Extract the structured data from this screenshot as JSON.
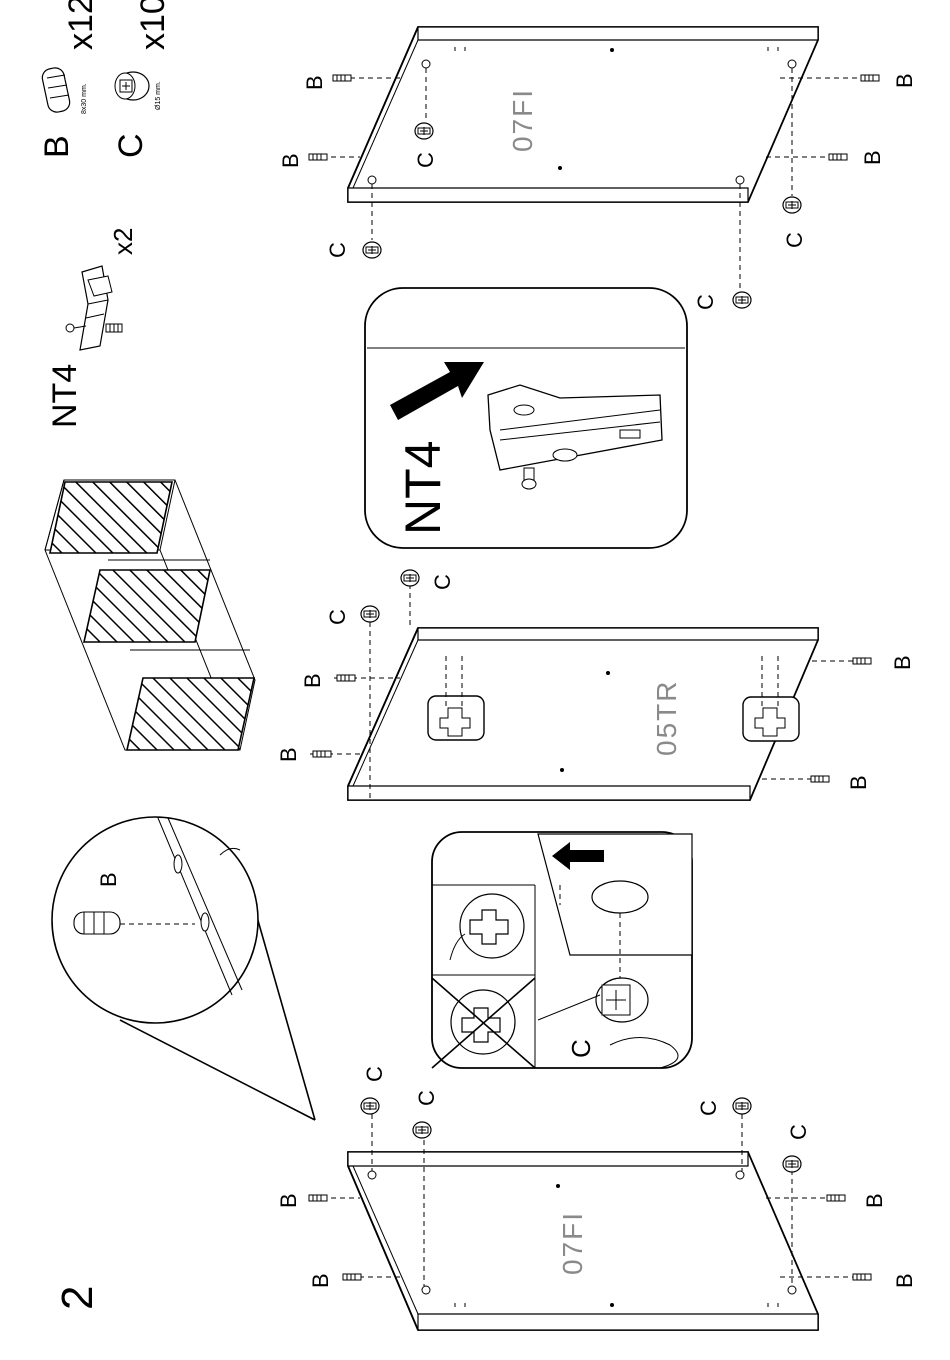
{
  "step": {
    "number": "2"
  },
  "parts": {
    "b": {
      "letter": "B",
      "qty": "x12",
      "size": "8x30 mm."
    },
    "c": {
      "letter": "C",
      "qty": "x10",
      "size": "Ø15 mm."
    },
    "nt4": {
      "name": "NT4",
      "qty": "x2"
    }
  },
  "panels": {
    "top_code": "07FI",
    "middle_code": "05TR",
    "bottom_code": "07FI"
  },
  "callouts": {
    "nt4_detail_label": "NT4",
    "zoom_label": "B",
    "cam_label": "C"
  },
  "markers": {
    "b": "B",
    "c": "C"
  }
}
